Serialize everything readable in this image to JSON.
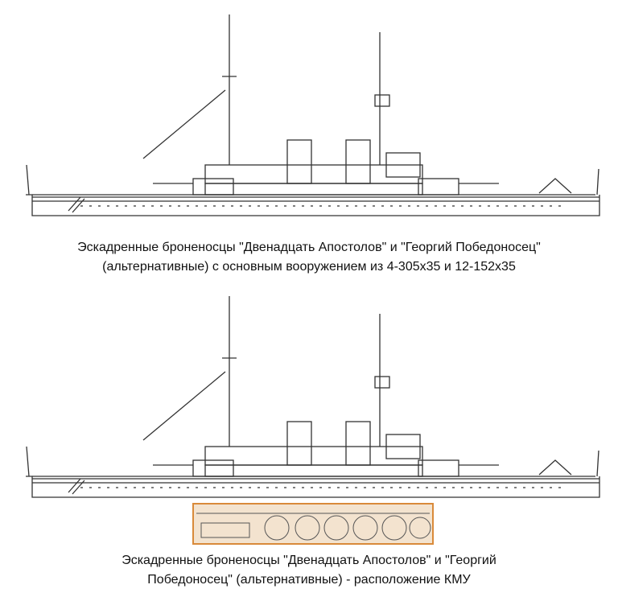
{
  "captions": {
    "top_line1": "Эскадренные броненосцы \"Двенадцать Апостолов\" и \"Георгий Победоносец\"",
    "top_line2": "(альтернативные) с основным вооружением из 4-305х35 и 12-152х35",
    "bottom_line1": "Эскадренные броненосцы \"Двенадцать Апостолов\" и \"Георгий",
    "bottom_line2": "Победоносец\" (альтернативные) - расположение КМУ"
  },
  "colors": {
    "line": "#333333",
    "highlight_frame": "#d98a3a",
    "highlight_fill": "#f3e3cf"
  }
}
